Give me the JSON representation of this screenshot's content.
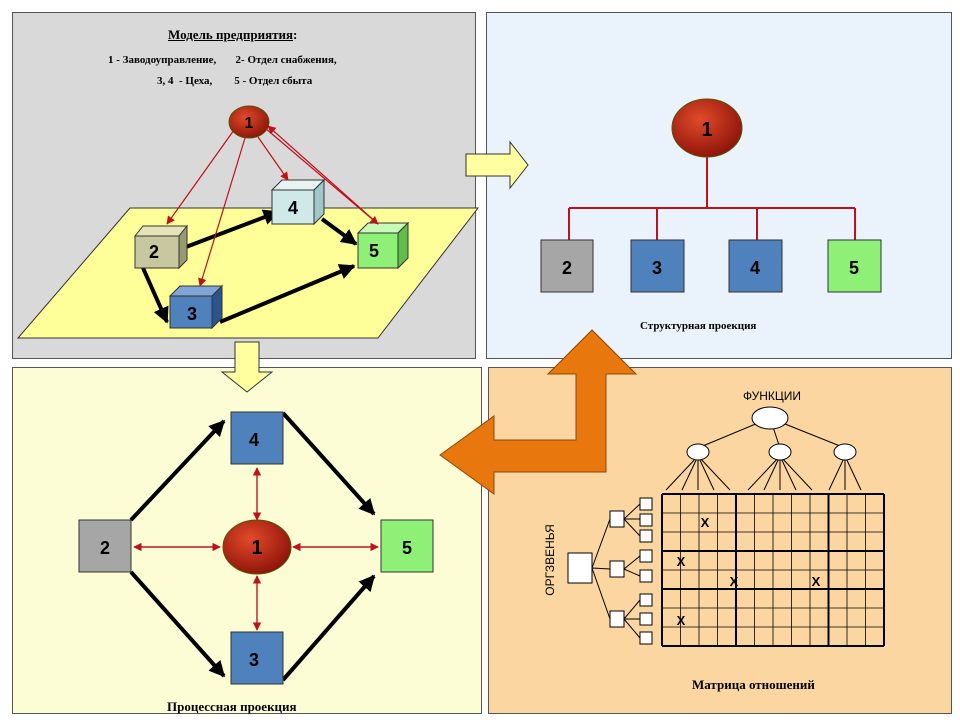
{
  "colors": {
    "panel_model": "#d9d9d9",
    "panel_struct": "#eaf2fb",
    "panel_process": "#fdfdd5",
    "panel_matrix": "#fcd6a0",
    "plane": "#ffff99",
    "red_node": "#b02010",
    "gray_box": "#a6a6a6",
    "blue_box": "#4f81bd",
    "green_box": "#8ef077",
    "red_line": "#c0101a",
    "orange_arrow": "#e8770e"
  },
  "model": {
    "title": "Модель предприятия",
    "title_suffix": ":",
    "legend_line1": "1 - Заводоуправление,       2- Отдел снабжения,",
    "legend_line2": "3, 4  - Цеха,        5 - Отдел сбыта",
    "nodes": {
      "n1": "1",
      "n2": "2",
      "n3": "3",
      "n4": "4",
      "n5": "5"
    }
  },
  "structural": {
    "caption": "Структурная проекция",
    "nodes": {
      "root": "1",
      "n2": "2",
      "n3": "3",
      "n4": "4",
      "n5": "5"
    }
  },
  "process": {
    "caption": "Процессная проекция",
    "nodes": {
      "center": "1",
      "left": "2",
      "bottom": "3",
      "top": "4",
      "right": "5"
    }
  },
  "matrix": {
    "caption": "Матрица отношений",
    "functions_label": "ФУНКЦИИ",
    "orgunits_label": "ОРГЗВЕНЬЯ",
    "marks": [
      "X",
      "X",
      "X",
      "X",
      "X"
    ]
  }
}
